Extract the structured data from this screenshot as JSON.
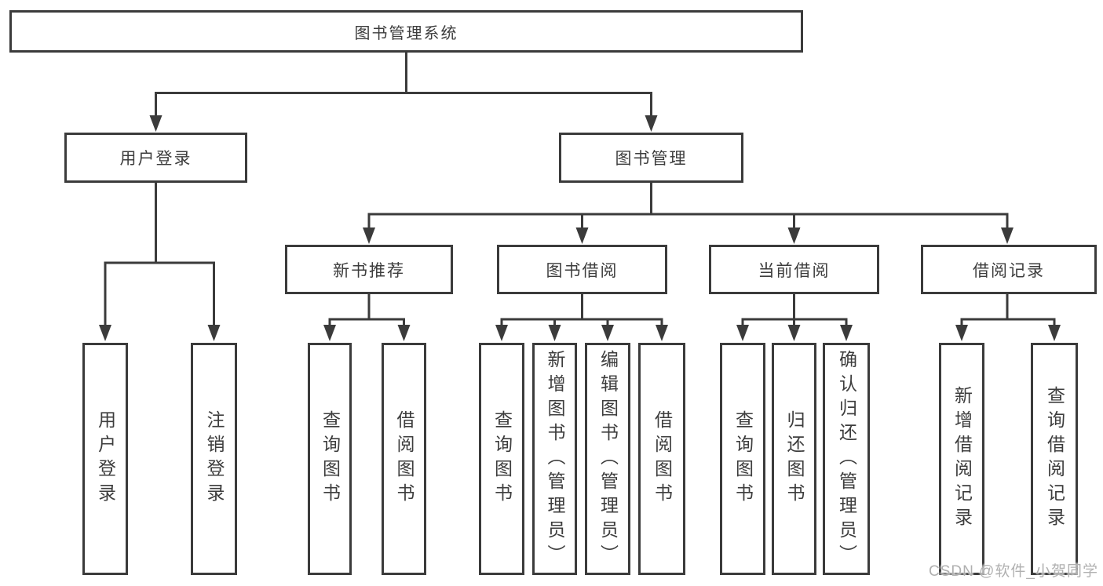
{
  "diagram": {
    "root": {
      "label": "图书管理系统"
    },
    "level2": [
      {
        "label": "用户登录"
      },
      {
        "label": "图书管理"
      }
    ],
    "level3": [
      {
        "label": "新书推荐"
      },
      {
        "label": "图书借阅"
      },
      {
        "label": "当前借阅"
      },
      {
        "label": "借阅记录"
      }
    ],
    "leaves": [
      {
        "label": "用户登录"
      },
      {
        "label": "注销登录"
      },
      {
        "label": "查询图书"
      },
      {
        "label": "借阅图书"
      },
      {
        "label": "查询图书"
      },
      {
        "label": "新增图书（管理员）"
      },
      {
        "label": "编辑图书（管理员）"
      },
      {
        "label": "借阅图书"
      },
      {
        "label": "查询图书"
      },
      {
        "label": "归还图书"
      },
      {
        "label": "确认归还（管理员）"
      },
      {
        "label": "新增借阅记录"
      },
      {
        "label": "查询借阅记录"
      }
    ]
  },
  "watermark": {
    "text": "CSDN @软件_小贺同学"
  },
  "colors": {
    "line": "#3b3b3b",
    "text": "#3d3d3d",
    "watermark": "#b0b0b0",
    "background": "#ffffff"
  }
}
